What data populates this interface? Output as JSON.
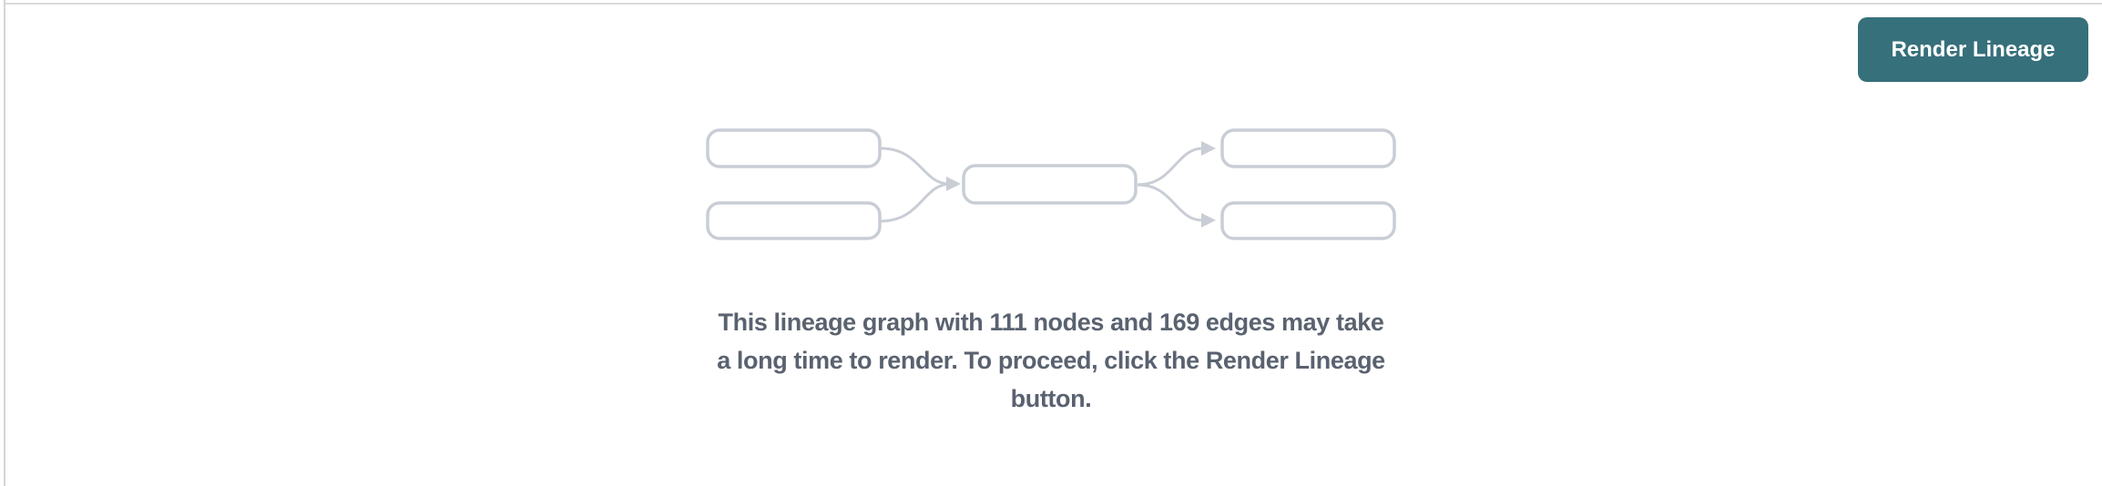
{
  "panel": {
    "background": "#ffffff",
    "divider_color": "#d9d9dd"
  },
  "toolbar": {
    "render_lineage_button": {
      "label": "Render Lineage",
      "background": "#36707a",
      "text_color": "#ffffff"
    }
  },
  "empty_state": {
    "illustration": {
      "name": "lineage-graph-placeholder",
      "node_boxes": 5,
      "stroke_color": "#c9cdd5",
      "fill_color": "#ffffff"
    },
    "message": {
      "full_text": "This lineage graph with 111 nodes and 169 edges may take a long time to render. To proceed, click the Render Lineage button.",
      "lines": [
        "This lineage graph with 111 nodes and 169 edges may take",
        "a long time to render. To proceed, click the Render Lineage",
        "button."
      ],
      "node_count": "111",
      "edge_count": "169",
      "text_color": "#5a6270"
    }
  }
}
